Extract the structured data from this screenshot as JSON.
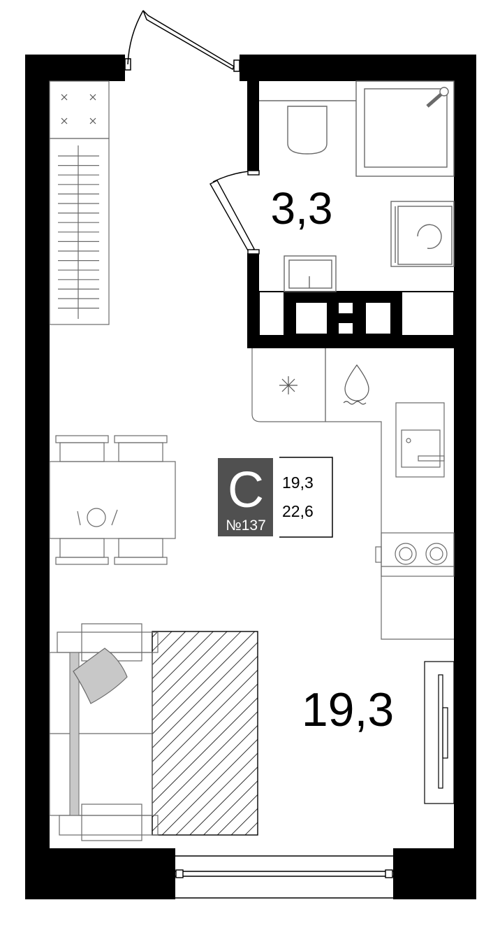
{
  "rooms": {
    "bathroom_area": "3,3",
    "living_area": "19,3"
  },
  "badge": {
    "letter": "С",
    "number": "№137",
    "living_area": "19,3",
    "total_area": "22,6",
    "badge_color": "#505050"
  },
  "icons": {
    "hob": "star-icon",
    "sink": "water-drop-icon"
  },
  "colors": {
    "wall": "#000000",
    "line": "#6a6a6a",
    "pillow": "#c8c8c8"
  }
}
